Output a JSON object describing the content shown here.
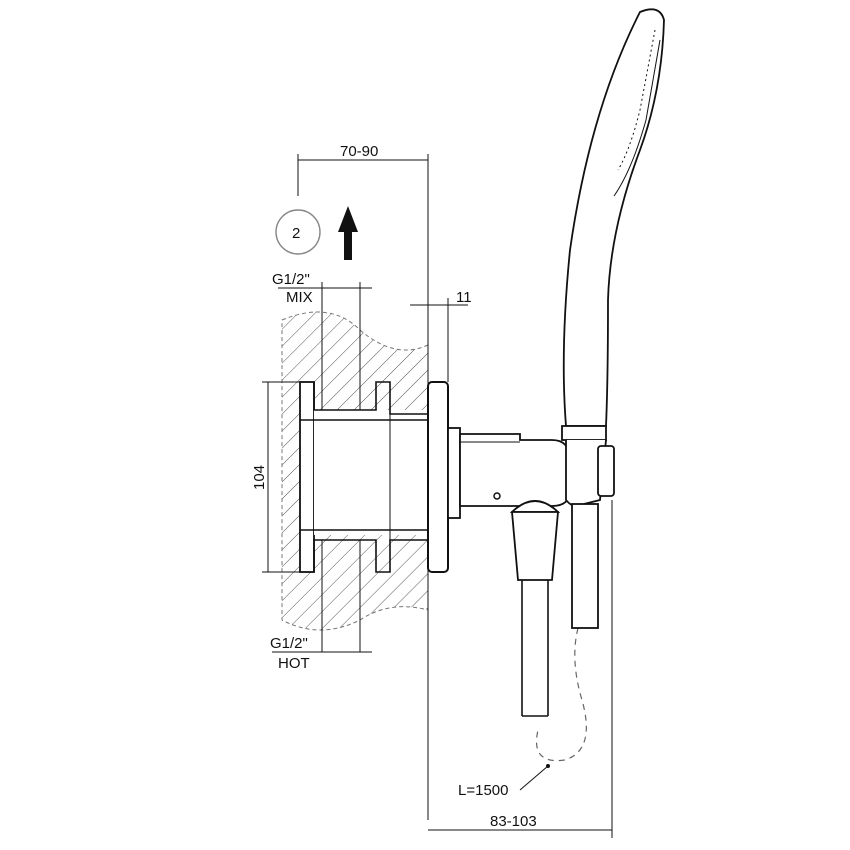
{
  "dimensions": {
    "top_width": "70-90",
    "depth_small": "11",
    "height": "104",
    "bottom_width": "83-103",
    "hose_length": "L=1500"
  },
  "connections": {
    "upper_thread": "G1/2\"",
    "upper_label": "MIX",
    "lower_thread": "G1/2\"",
    "lower_label": "HOT"
  },
  "marker": {
    "number": "2"
  }
}
